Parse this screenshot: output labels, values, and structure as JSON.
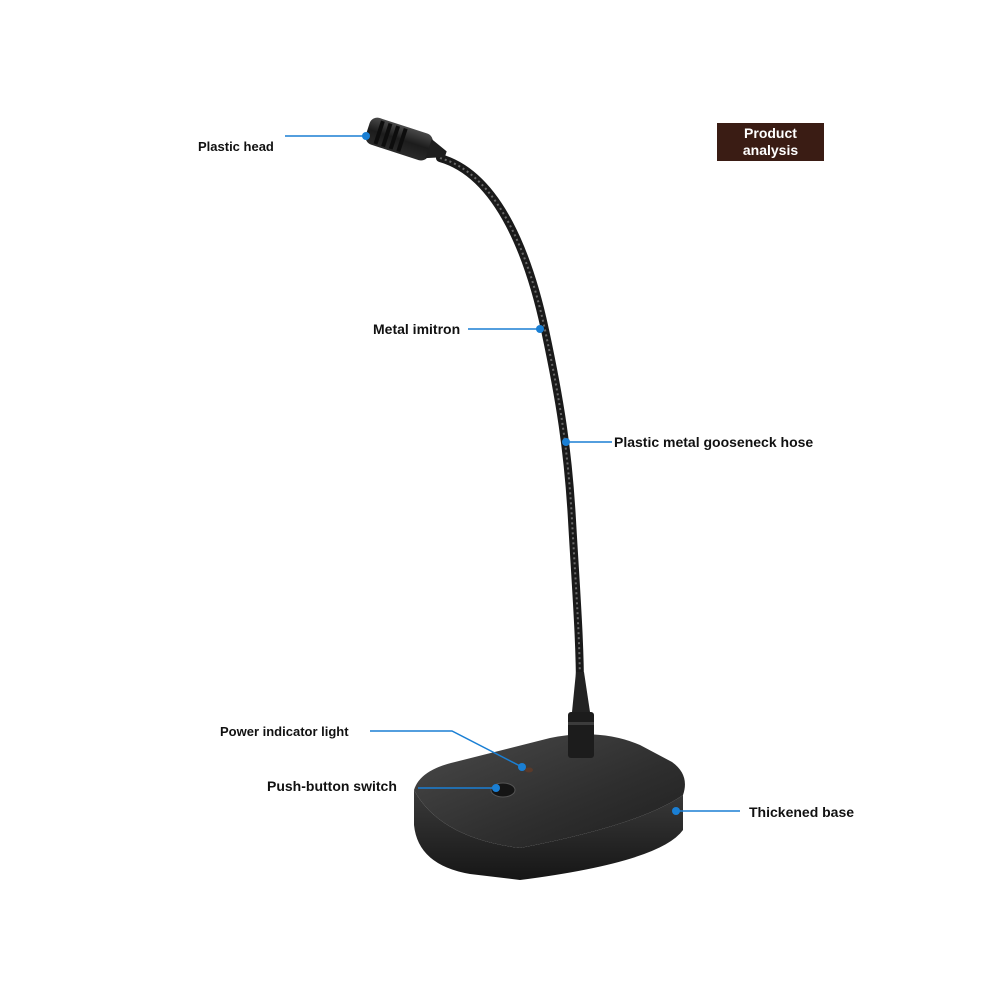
{
  "colors": {
    "callout": "#1a7fd4",
    "badge_bg": "#3a1c14",
    "product": "#2a2a2a"
  },
  "badge": {
    "line1": "Product",
    "line2": "analysis"
  },
  "callouts": {
    "plastic_head": "Plastic head",
    "metal_imitron": "Metal imitron",
    "gooseneck_hose": "Plastic metal gooseneck hose",
    "power_indicator": "Power indicator light",
    "push_button": "Push-button switch",
    "thickened_base": "Thickened base"
  }
}
